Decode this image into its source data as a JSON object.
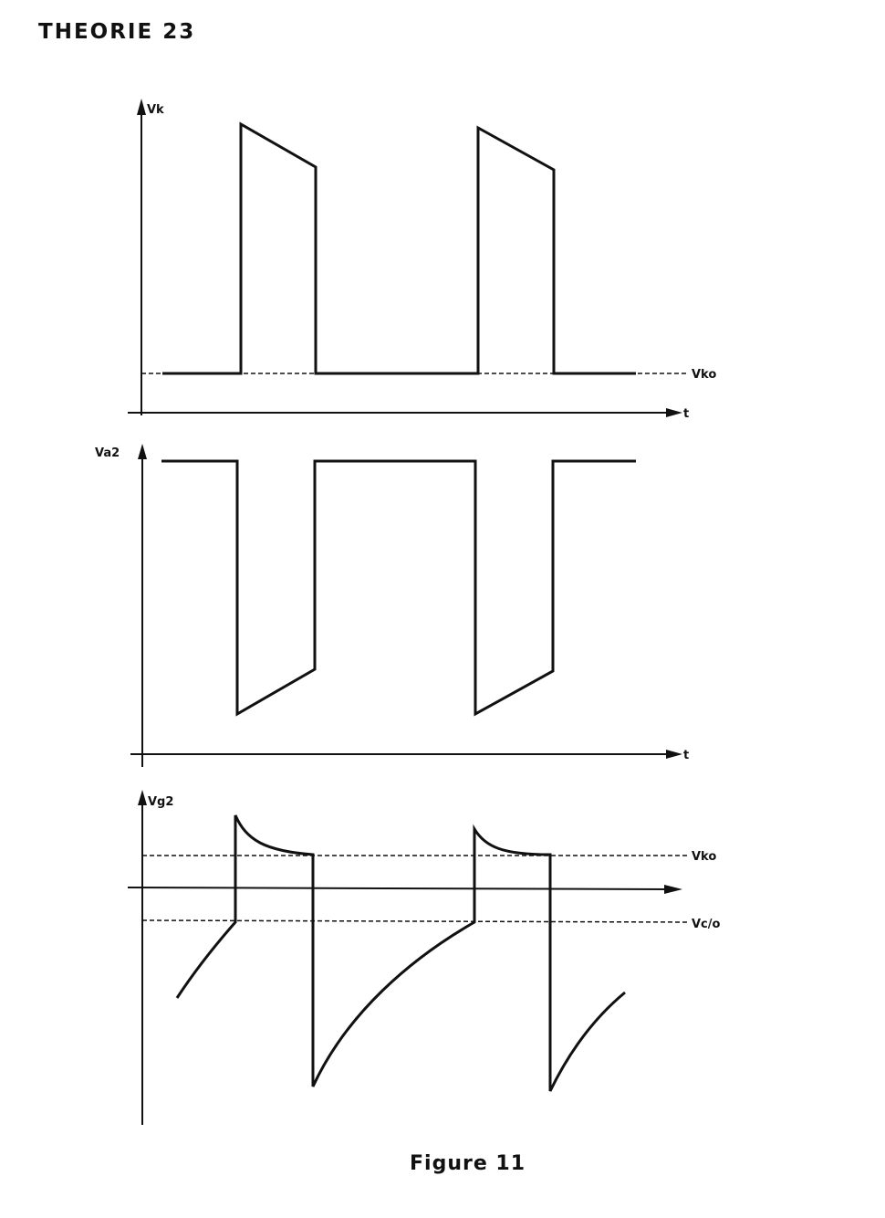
{
  "header": "THEORIE 23",
  "caption": "Figure 11",
  "panels": [
    {
      "id": "vk",
      "y_label": "Vk",
      "x_label": "t",
      "reference_labels": [
        "Vko"
      ]
    },
    {
      "id": "va2",
      "y_label": "Va2",
      "x_label": "t",
      "reference_labels": []
    },
    {
      "id": "vg2",
      "y_label": "Vg2",
      "x_label": "",
      "reference_labels": [
        "Vko",
        "Vc/o"
      ]
    }
  ]
}
